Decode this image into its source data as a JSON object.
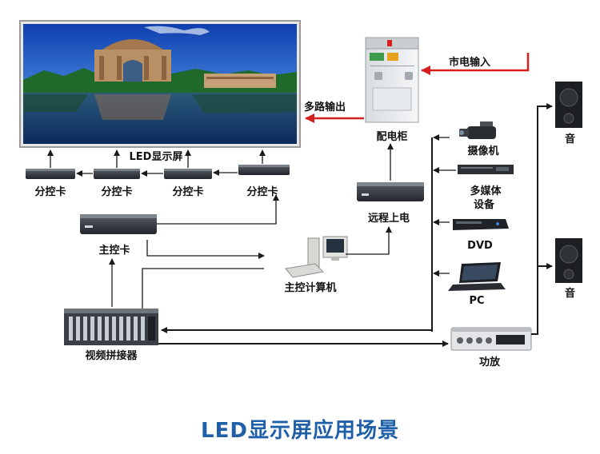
{
  "title": "LED显示屏应用场景",
  "colors": {
    "power_line": "#d61f1f",
    "signal_line": "#1a1a1a",
    "title": "#1f5fa8"
  },
  "labels": {
    "led_screen": "LED显示屏",
    "sub_card": "分控卡",
    "main_card": "主控卡",
    "main_computer": "主控计算机",
    "video_splicer": "视频拼接器",
    "distribution_cabinet": "配电柜",
    "mains_input": "市电输入",
    "multi_output": "多路输出",
    "remote_power": "远程上电",
    "camera": "摄像机",
    "multimedia_line1": "多媒体",
    "multimedia_line2": "设备",
    "dvd": "DVD",
    "pc": "PC",
    "amplifier": "功放",
    "speaker_top": "音",
    "speaker_bottom": "音"
  },
  "icons": [
    "led-screen",
    "controller-box",
    "desktop-computer-icon",
    "video-splicer",
    "electrical-cabinet",
    "camcorder-icon",
    "rack-unit",
    "dvd-player",
    "laptop-icon",
    "amplifier",
    "speaker-icon"
  ]
}
